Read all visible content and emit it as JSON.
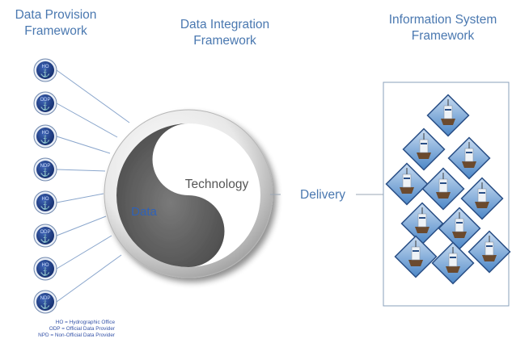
{
  "headings": {
    "provision": [
      "Data Provision",
      "Framework"
    ],
    "integration": [
      "Data Integration",
      "Framework"
    ],
    "information": [
      "Information System",
      "Framework"
    ]
  },
  "yin_yang": {
    "technology_label": "Technology",
    "data_label": "Data"
  },
  "delivery_label": "Delivery",
  "provider_nodes": [
    {
      "code": "HO",
      "icon": "anchor-icon"
    },
    {
      "code": "ODP",
      "icon": "anchor-icon"
    },
    {
      "code": "HO",
      "icon": "anchor-icon"
    },
    {
      "code": "NDP",
      "icon": "anchor-icon"
    },
    {
      "code": "HO",
      "icon": "anchor-icon"
    },
    {
      "code": "ODP",
      "icon": "anchor-icon"
    },
    {
      "code": "HO",
      "icon": "anchor-icon"
    },
    {
      "code": "NDP",
      "icon": "anchor-icon"
    }
  ],
  "legend": [
    "HO = Hydrographic Office",
    "ODP = Official Data Provider",
    "NPD = Non-Official Data Provider"
  ],
  "ship_tiles": {
    "count": 11,
    "icon": "ship-icon"
  },
  "colors": {
    "heading": "#4a78b0",
    "node_fill": "#1e3f8a",
    "dark_half": "#5e5e5e",
    "label_data": "#2f62b8",
    "legend": "#3553a8"
  }
}
